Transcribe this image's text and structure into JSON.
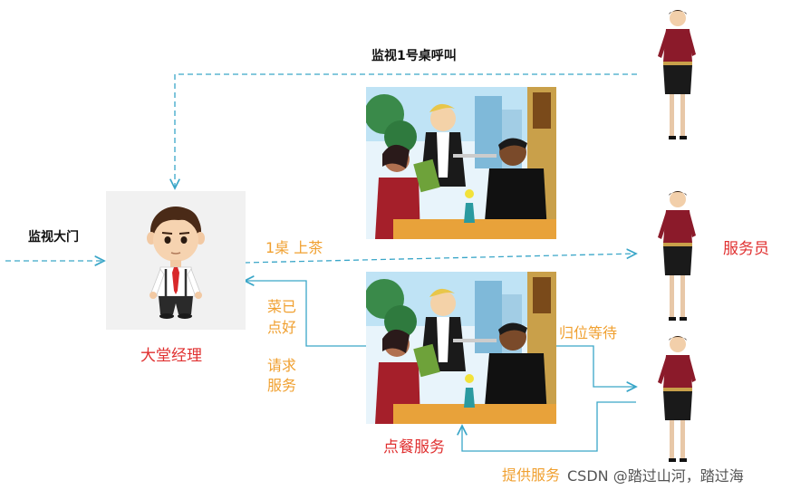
{
  "labels": {
    "monitor_table": "监视1号桌呼叫",
    "monitor_door": "监视大门",
    "table_tea": "1桌 上茶",
    "dish_ready_1": "菜已",
    "dish_ready_2": "点好",
    "request_1": "请求",
    "request_2": "服务",
    "return_wait": "归位等待",
    "provide_service": "提供服务",
    "lobby_manager": "大堂经理",
    "waiter": "服务员",
    "order_service": "点餐服务",
    "watermark": "CSDN @踏过山河，踏过海"
  },
  "colors": {
    "dashed_line": "#3aa6c8",
    "solid_line": "#4bb3cc",
    "orange": "#f0a030",
    "red": "#e03030",
    "uniform": "#8b1a2a"
  },
  "icons": {
    "manager": "manager-icon",
    "waitress": "waitress-icon",
    "restaurant_scene": "restaurant-scene-illustration"
  }
}
